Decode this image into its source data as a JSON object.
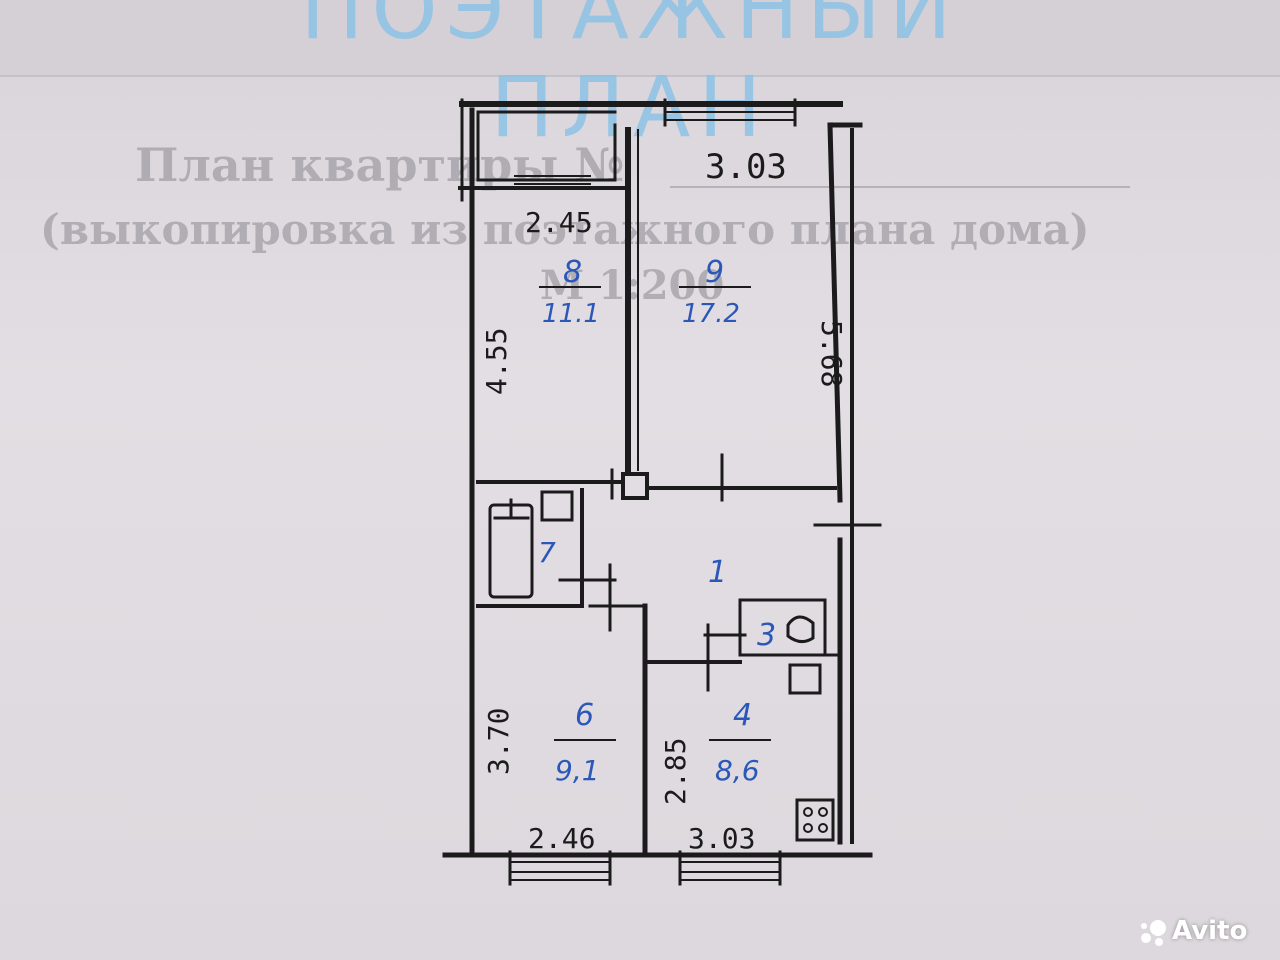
{
  "document": {
    "header": "ПОЭТАЖНЫЙ ПЛАН",
    "title_line1": "План квартиры №",
    "title_line2": "(выкопировка из поэтажного плана дома)",
    "scale": "М 1:200"
  },
  "dimensions": {
    "top_right": "3.03",
    "top_left": "2.45",
    "right_side": "5.68",
    "left_upper": "4.55",
    "left_lower": "3.70",
    "middle_lower": "2.85",
    "bottom_left": "2.46",
    "bottom_right": "3.03"
  },
  "rooms": [
    {
      "number": "8",
      "area": "11.1"
    },
    {
      "number": "9",
      "area": "17.2"
    },
    {
      "number": "7",
      "area": ""
    },
    {
      "number": "1",
      "area": ""
    },
    {
      "number": "3",
      "area": ""
    },
    {
      "number": "6",
      "area": "9,1"
    },
    {
      "number": "4",
      "area": "8,6"
    }
  ],
  "watermark": {
    "text": "Avito"
  },
  "colors": {
    "ink": "#1b1b1b",
    "room_numbers": "#2b58b8",
    "header": "#8ec3e6"
  }
}
